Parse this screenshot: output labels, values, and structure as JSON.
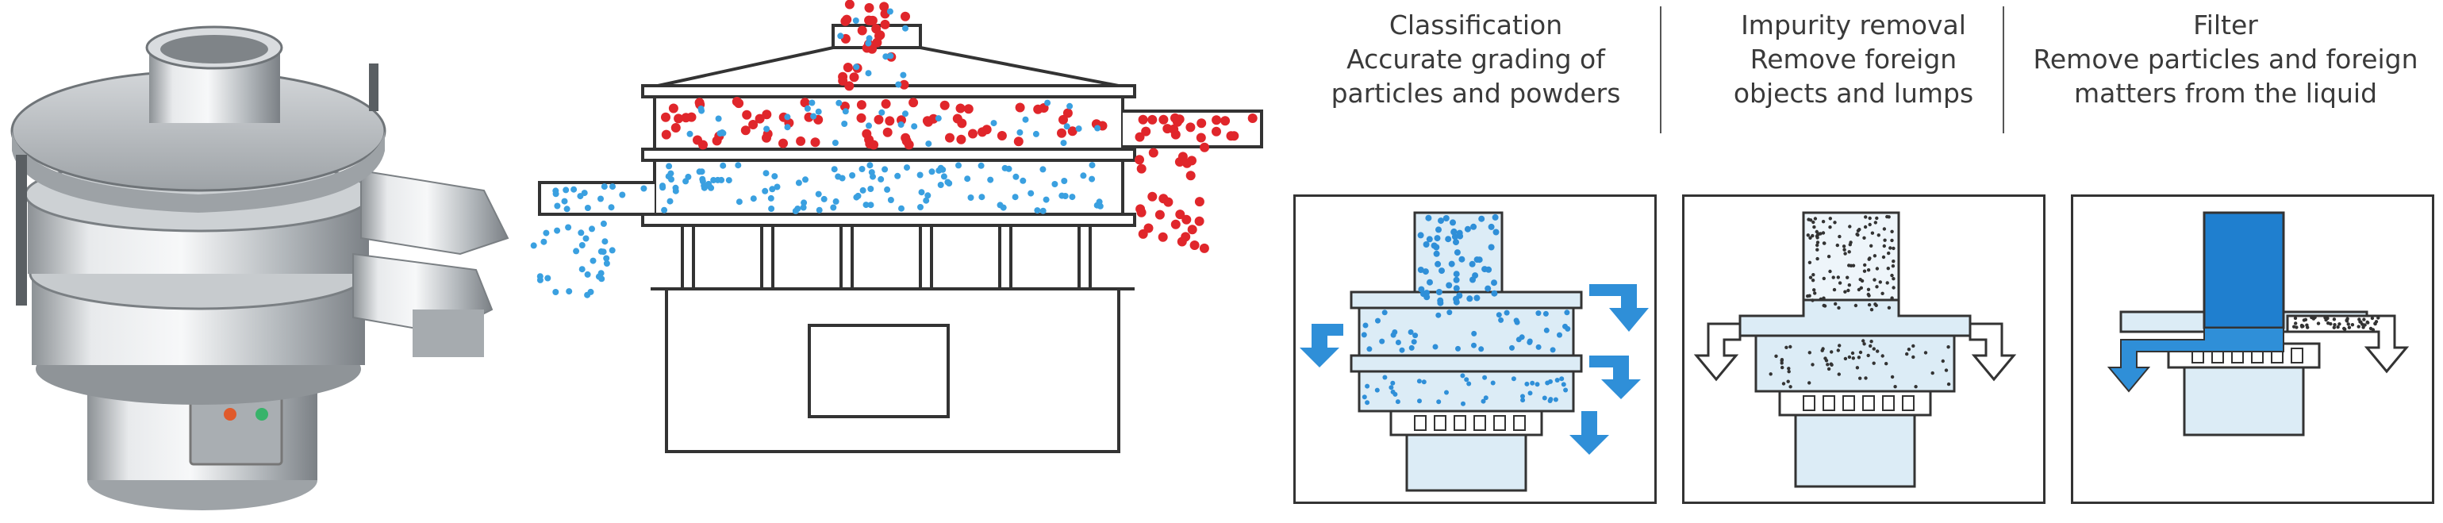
{
  "functions": [
    {
      "id": "classification",
      "title": "Classification",
      "lines": [
        "Accurate grading of",
        "particles and powders"
      ]
    },
    {
      "id": "impurity-removal",
      "title": "Impurity removal",
      "lines": [
        "Remove foreign",
        "objects and lumps"
      ]
    },
    {
      "id": "filter",
      "title": "Filter",
      "lines": [
        "Remove particles and foreign",
        "matters from the liquid"
      ]
    }
  ],
  "colors": {
    "steel_light": "#e6e8ea",
    "steel_mid": "#b9bdc1",
    "steel_dark": "#6f7478",
    "particle_red": "#e0262b",
    "particle_blue": "#3aa0e0",
    "diagram_fill": "#dcecf6",
    "diagram_blue": "#2f8fd8",
    "diagram_line": "#333333"
  }
}
